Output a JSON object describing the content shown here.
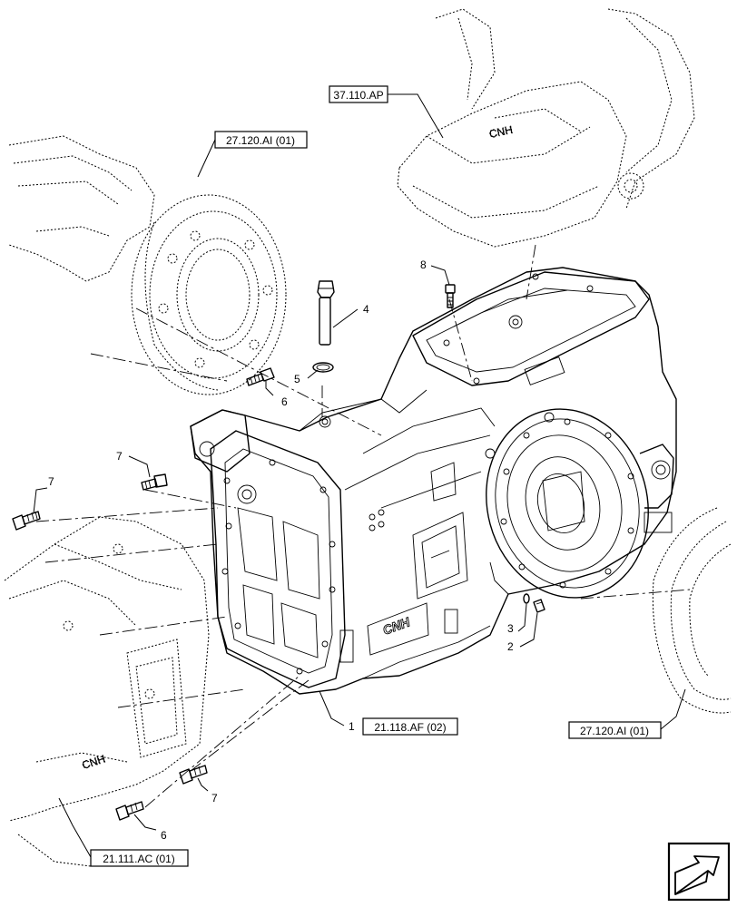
{
  "references": {
    "drive_axle_top": "27.120.AI (01)",
    "hitch_housing": "37.110.AP",
    "transmission_housing": "21.118.AF (02)",
    "drive_axle_right": "27.120.AI (01)",
    "front_housing": "21.111.AC (01)"
  },
  "callouts": {
    "c1": "1",
    "c2": "2",
    "c3": "3",
    "c4": "4",
    "c5": "5",
    "c6a": "6",
    "c6b": "6",
    "c7a": "7",
    "c7b": "7",
    "c7c": "7",
    "c8": "8"
  },
  "markings": {
    "housing_logo": "CNH"
  },
  "icons": {
    "nav": "next-page-arrow-icon"
  }
}
